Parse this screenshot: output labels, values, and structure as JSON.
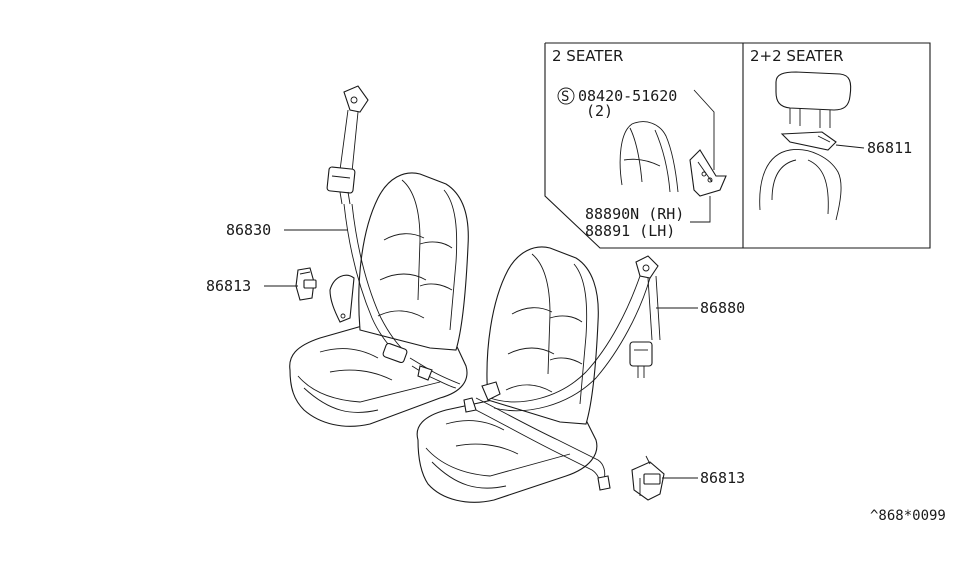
{
  "inset": {
    "two_seater_title": "2 SEATER",
    "two_plus_two_title": "2+2 SEATER",
    "screw_symbol": "S",
    "screw_part": "08420-51620",
    "screw_qty": "(2)",
    "bracket_rh": "88890N (RH)",
    "bracket_lh": "88891  (LH)",
    "headrest_part": "86811"
  },
  "callouts": {
    "belt_left": "86830",
    "buckle_left": "86813",
    "belt_right": "86880",
    "buckle_right": "86813"
  },
  "diagram_code": "^868*0099"
}
